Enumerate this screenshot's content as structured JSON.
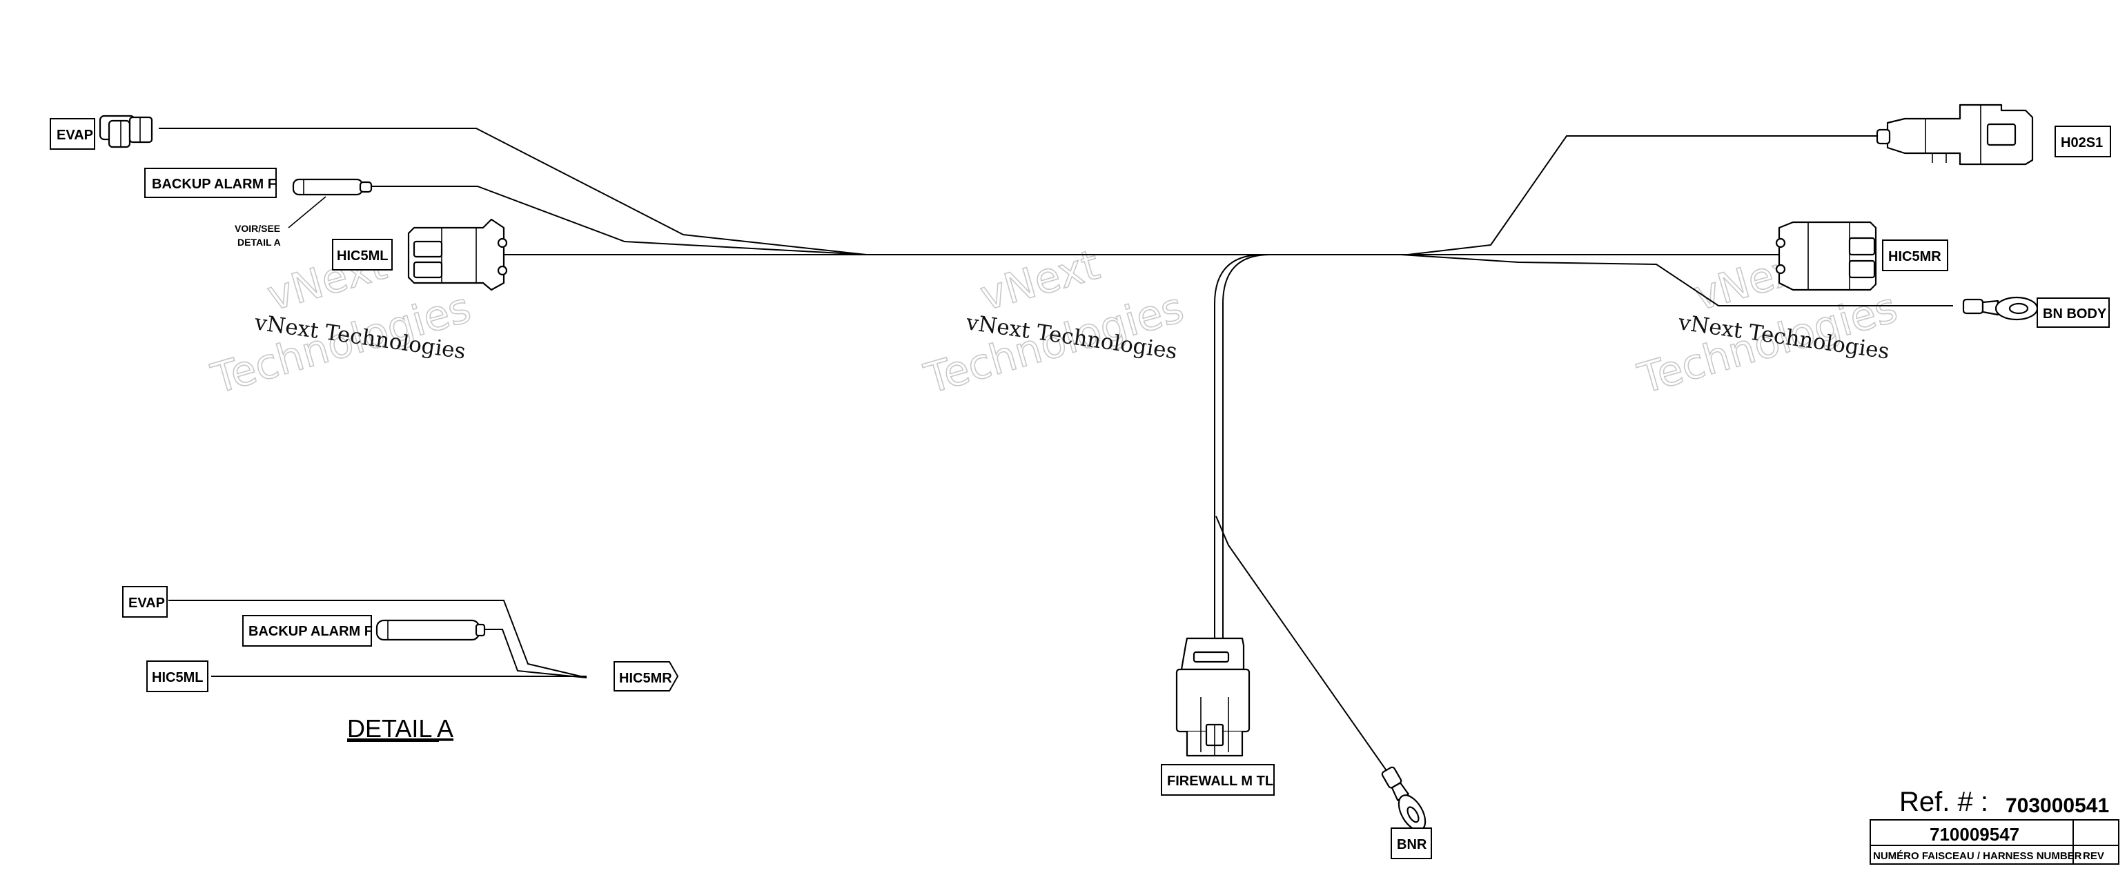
{
  "labels": {
    "evap": "EVAP",
    "backup_alarm": "BACKUP ALARM F",
    "voir_see": "VOIR/SEE",
    "detail_a_note": "DETAIL A",
    "hic5ml": "HIC5ML",
    "h02s1": "H02S1",
    "hic5mr": "HIC5MR",
    "bn_body": "BN BODY",
    "firewall": "FIREWALL M TL",
    "bnr": "BNR"
  },
  "detail": {
    "evap": "EVAP",
    "backup_alarm": "BACKUP ALARM F",
    "hic5ml": "HIC5ML",
    "hic5mr": "HIC5MR",
    "title": "DETAIL A"
  },
  "watermark": {
    "line1": "vNext Technologies",
    "ghost1": "vNext",
    "ghost2": "Technologies"
  },
  "title_block": {
    "ref_label": "Ref. # :",
    "ref_number": "703000541",
    "harness_number": "710009547",
    "harness_caption": "NUMÉRO FAISCEAU / HARNESS NUMBER",
    "rev_caption": "REV"
  }
}
